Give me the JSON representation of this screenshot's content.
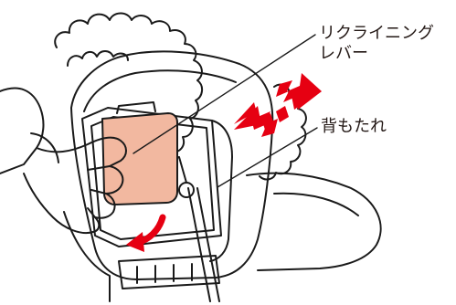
{
  "labels": {
    "recline_lever_line1": "リクライニング",
    "recline_lever_line2": "レバー",
    "backrest": "背もたれ"
  },
  "colors": {
    "lever_highlight": "#f2b8a0",
    "arrow_red": "#e60012",
    "line_art": "#1a1a1a"
  },
  "icons": {
    "recline_arrow": "double-headed-arrow",
    "pull_arrow": "curved-down-arrow"
  }
}
